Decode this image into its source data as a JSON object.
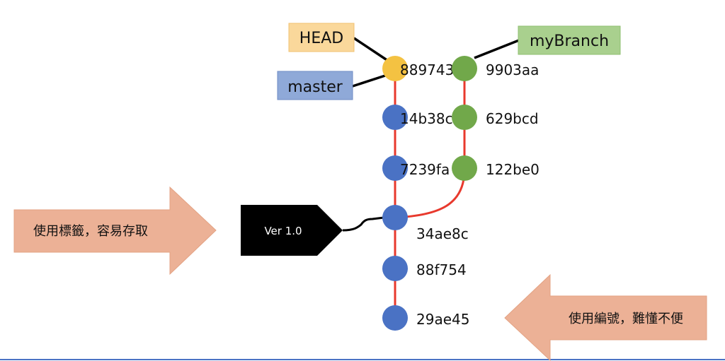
{
  "refs": {
    "head": "HEAD",
    "master": "master",
    "my_branch": "myBranch"
  },
  "commits": {
    "c889743": "889743",
    "c14b38c": "14b38c",
    "c7239fa": "7239fa",
    "c34ae8c": "34ae8c",
    "c88f754": "88f754",
    "c29ae45": "29ae45",
    "c9903aa": "9903aa",
    "c629bcd": "629bcd",
    "c122be0": "122be0"
  },
  "tag": {
    "label": "Ver 1.0"
  },
  "callouts": {
    "left": "使用標籤，容易存取",
    "right": "使用編號，難懂不便"
  },
  "colors": {
    "head_node": "#f4c242",
    "master_node": "#4a72c4",
    "branch_node": "#71a84a",
    "edge": "#e8392d",
    "head_box": "#fad89b",
    "master_box": "#8fa9d8",
    "branch_box": "#a9d08e",
    "arrow": "#ecb196",
    "tag": "#000000"
  }
}
